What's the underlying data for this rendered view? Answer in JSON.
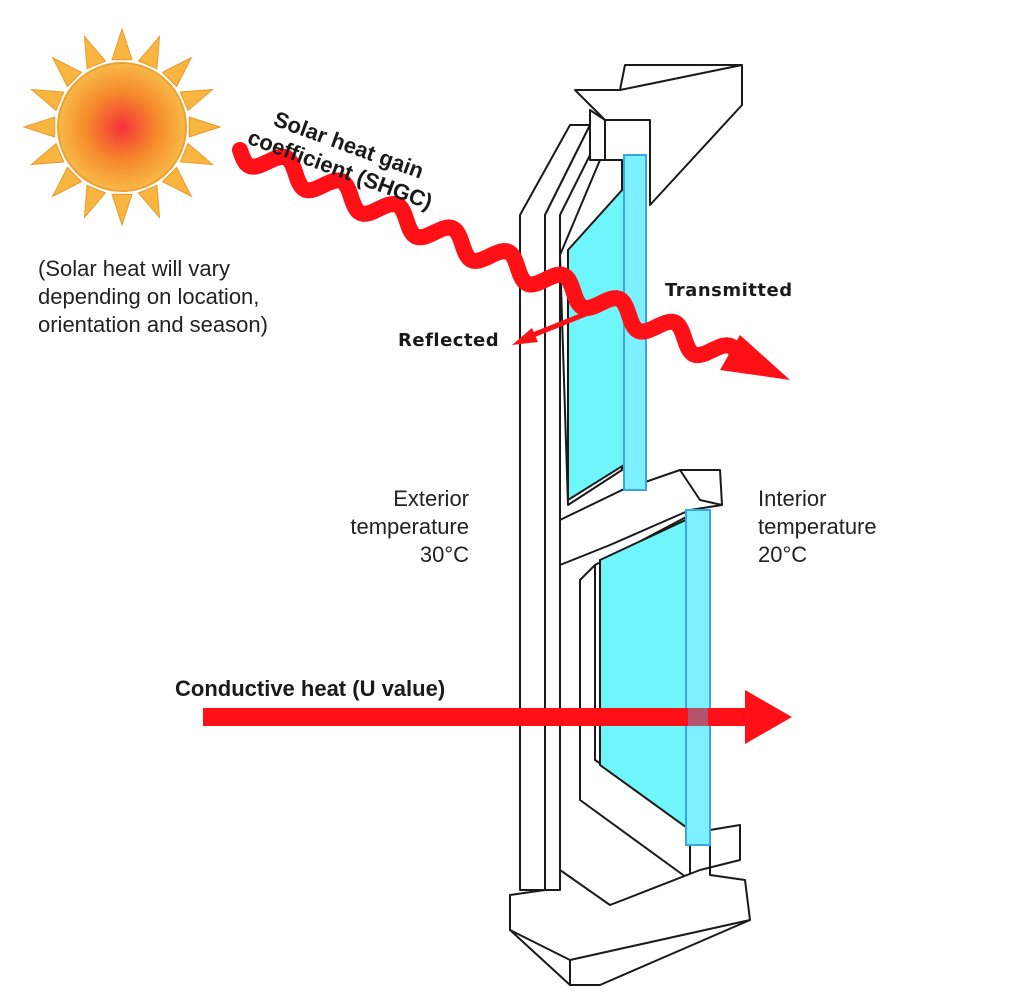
{
  "labels": {
    "shgc_line1": "Solar heat gain",
    "shgc_line2": "coefficient (SHGC)",
    "solar_note_line1": "(Solar heat will vary",
    "solar_note_line2": "depending on location,",
    "solar_note_line3": "orientation and season)",
    "transmitted": "Transmitted",
    "reflected": "Reflected",
    "exterior_line1": "Exterior",
    "exterior_line2": "temperature",
    "exterior_line3": "30°C",
    "interior_line1": "Interior",
    "interior_line2": "temperature",
    "interior_line3": "20°C",
    "conductive": "Conductive heat (U value)"
  },
  "colors": {
    "sun_core": "#f5333a",
    "sun_mid": "#f58a2a",
    "sun_outer": "#f9b948",
    "sun_ray": "#f8b540",
    "heat_arrow": "#ff0f16",
    "glass": "#6ff6fb",
    "glass_edge": "#5bd0f0",
    "frame": "#ffffff",
    "outline": "#1a1a1a"
  },
  "icons": {
    "sun": "sun-icon",
    "solar_arrow": "wavy-arrow-icon",
    "conductive_arrow": "straight-arrow-icon"
  }
}
